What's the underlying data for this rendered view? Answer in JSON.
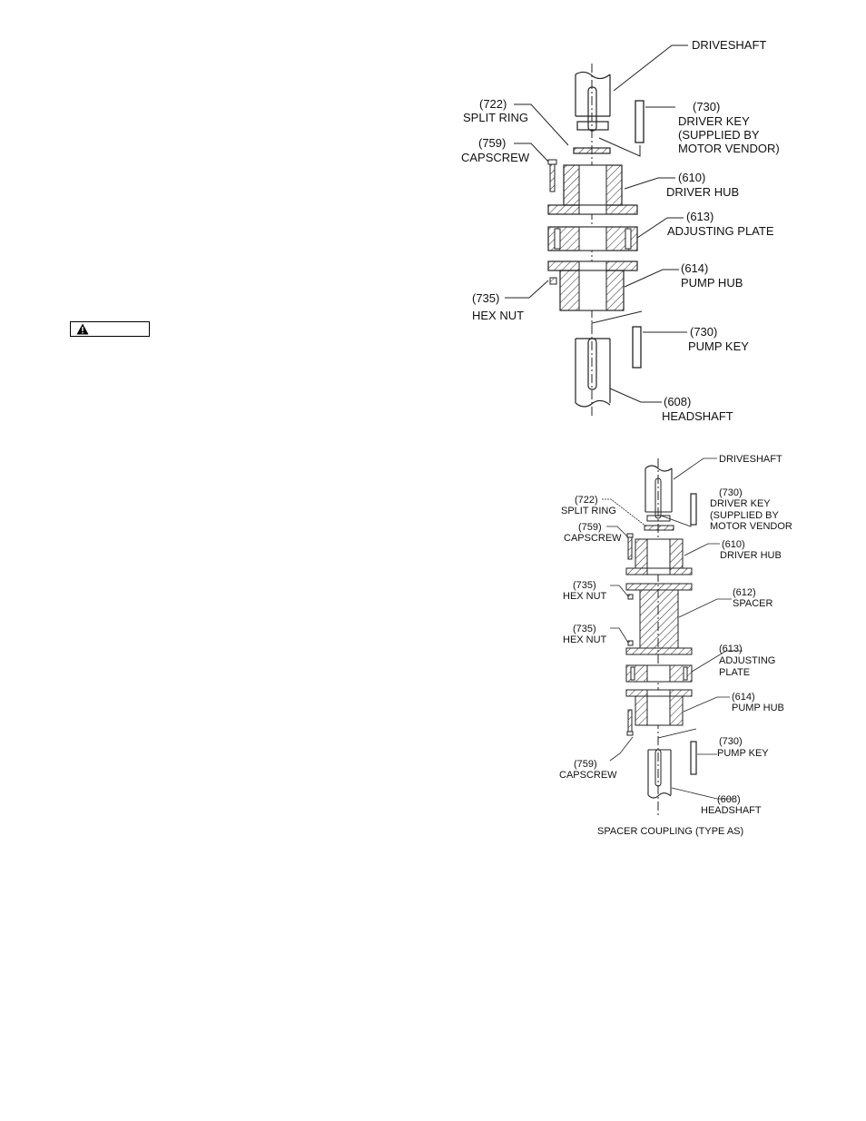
{
  "warning": {
    "icon": "warning-triangle-icon",
    "text": ""
  },
  "diagram1": {
    "labels": [
      {
        "id": "driveshaft",
        "lines": [
          "DRIVESHAFT"
        ]
      },
      {
        "id": "split-ring",
        "lines": [
          "(722)",
          "SPLIT RING"
        ]
      },
      {
        "id": "driver-key",
        "lines": [
          "(730)",
          "DRIVER KEY",
          "(SUPPLIED BY",
          "MOTOR VENDOR)"
        ]
      },
      {
        "id": "capscrew",
        "lines": [
          "(759)",
          "CAPSCREW"
        ]
      },
      {
        "id": "driver-hub",
        "lines": [
          "(610)",
          "DRIVER HUB"
        ]
      },
      {
        "id": "adjusting-plate",
        "lines": [
          "(613)",
          "ADJUSTING PLATE"
        ]
      },
      {
        "id": "pump-hub",
        "lines": [
          "(614)",
          "PUMP HUB"
        ]
      },
      {
        "id": "hex-nut",
        "lines": [
          "(735)",
          "HEX NUT"
        ]
      },
      {
        "id": "pump-key",
        "lines": [
          "(730)",
          "PUMP KEY"
        ]
      },
      {
        "id": "headshaft",
        "lines": [
          "(608)",
          "HEADSHAFT"
        ]
      }
    ]
  },
  "diagram2": {
    "caption": "SPACER COUPLING (TYPE AS)",
    "labels": [
      {
        "id": "driveshaft",
        "lines": [
          "DRIVESHAFT"
        ]
      },
      {
        "id": "driver-key",
        "lines": [
          "(730)",
          "DRIVER KEY",
          "(SUPPLIED BY",
          "MOTOR VENDOR"
        ]
      },
      {
        "id": "split-ring",
        "lines": [
          "(722)",
          "SPLIT RING"
        ]
      },
      {
        "id": "capscrew-top",
        "lines": [
          "(759)",
          "CAPSCREW"
        ]
      },
      {
        "id": "driver-hub",
        "lines": [
          "(610)",
          "DRIVER HUB"
        ]
      },
      {
        "id": "hex-nut-top",
        "lines": [
          "(735)",
          "HEX NUT"
        ]
      },
      {
        "id": "spacer",
        "lines": [
          "(612)",
          "SPACER"
        ]
      },
      {
        "id": "hex-nut-bottom",
        "lines": [
          "(735)",
          "HEX NUT"
        ]
      },
      {
        "id": "adjusting-plate",
        "lines": [
          "(613)",
          "ADJUSTING",
          "PLATE"
        ]
      },
      {
        "id": "pump-hub",
        "lines": [
          "(614)",
          "PUMP HUB"
        ]
      },
      {
        "id": "pump-key",
        "lines": [
          "(730)",
          "PUMP KEY"
        ]
      },
      {
        "id": "capscrew-bottom",
        "lines": [
          "(759)",
          "CAPSCREW"
        ]
      },
      {
        "id": "headshaft",
        "lines": [
          "(608)",
          "HEADSHAFT"
        ]
      }
    ]
  }
}
